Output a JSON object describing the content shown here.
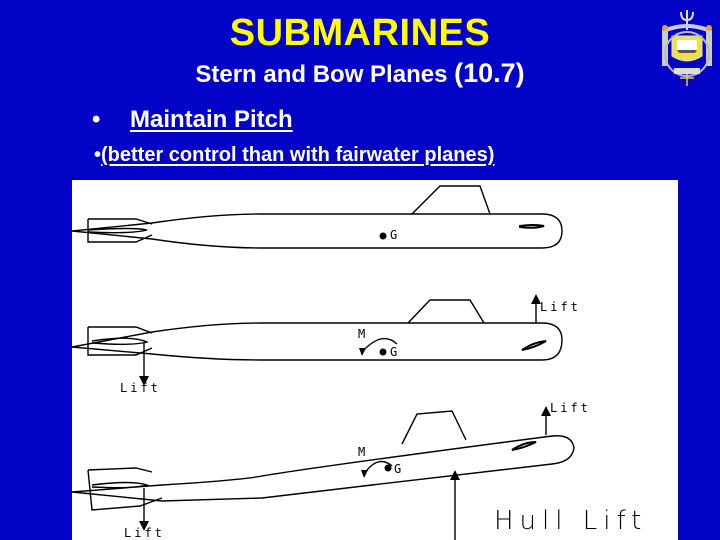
{
  "slide": {
    "title": "SUBMARINES",
    "subtitle_text": "Stern and Bow Planes ",
    "subtitle_ref": "(10.7)",
    "bullets": [
      {
        "marker": "•",
        "text": "Maintain Pitch"
      },
      {
        "marker": "•",
        "text": "(better control than with fairwater planes)"
      }
    ],
    "logo": "naval-academy-crest"
  },
  "colors": {
    "background": "#0303c8",
    "title": "#ffff00",
    "text": "#ffffff",
    "panel": "#ffffff"
  },
  "diagram": {
    "labels": {
      "g": "G",
      "moment": "M",
      "lift": "Lift",
      "hull_lift": "Hull Lift"
    },
    "submarines": [
      {
        "name": "level-no-planes",
        "planes": "neutral"
      },
      {
        "name": "level-planes-deflected",
        "planes": "bow up, stern down"
      },
      {
        "name": "pitched-up",
        "planes": "bow up, stern down",
        "hull_lift": true
      }
    ]
  }
}
